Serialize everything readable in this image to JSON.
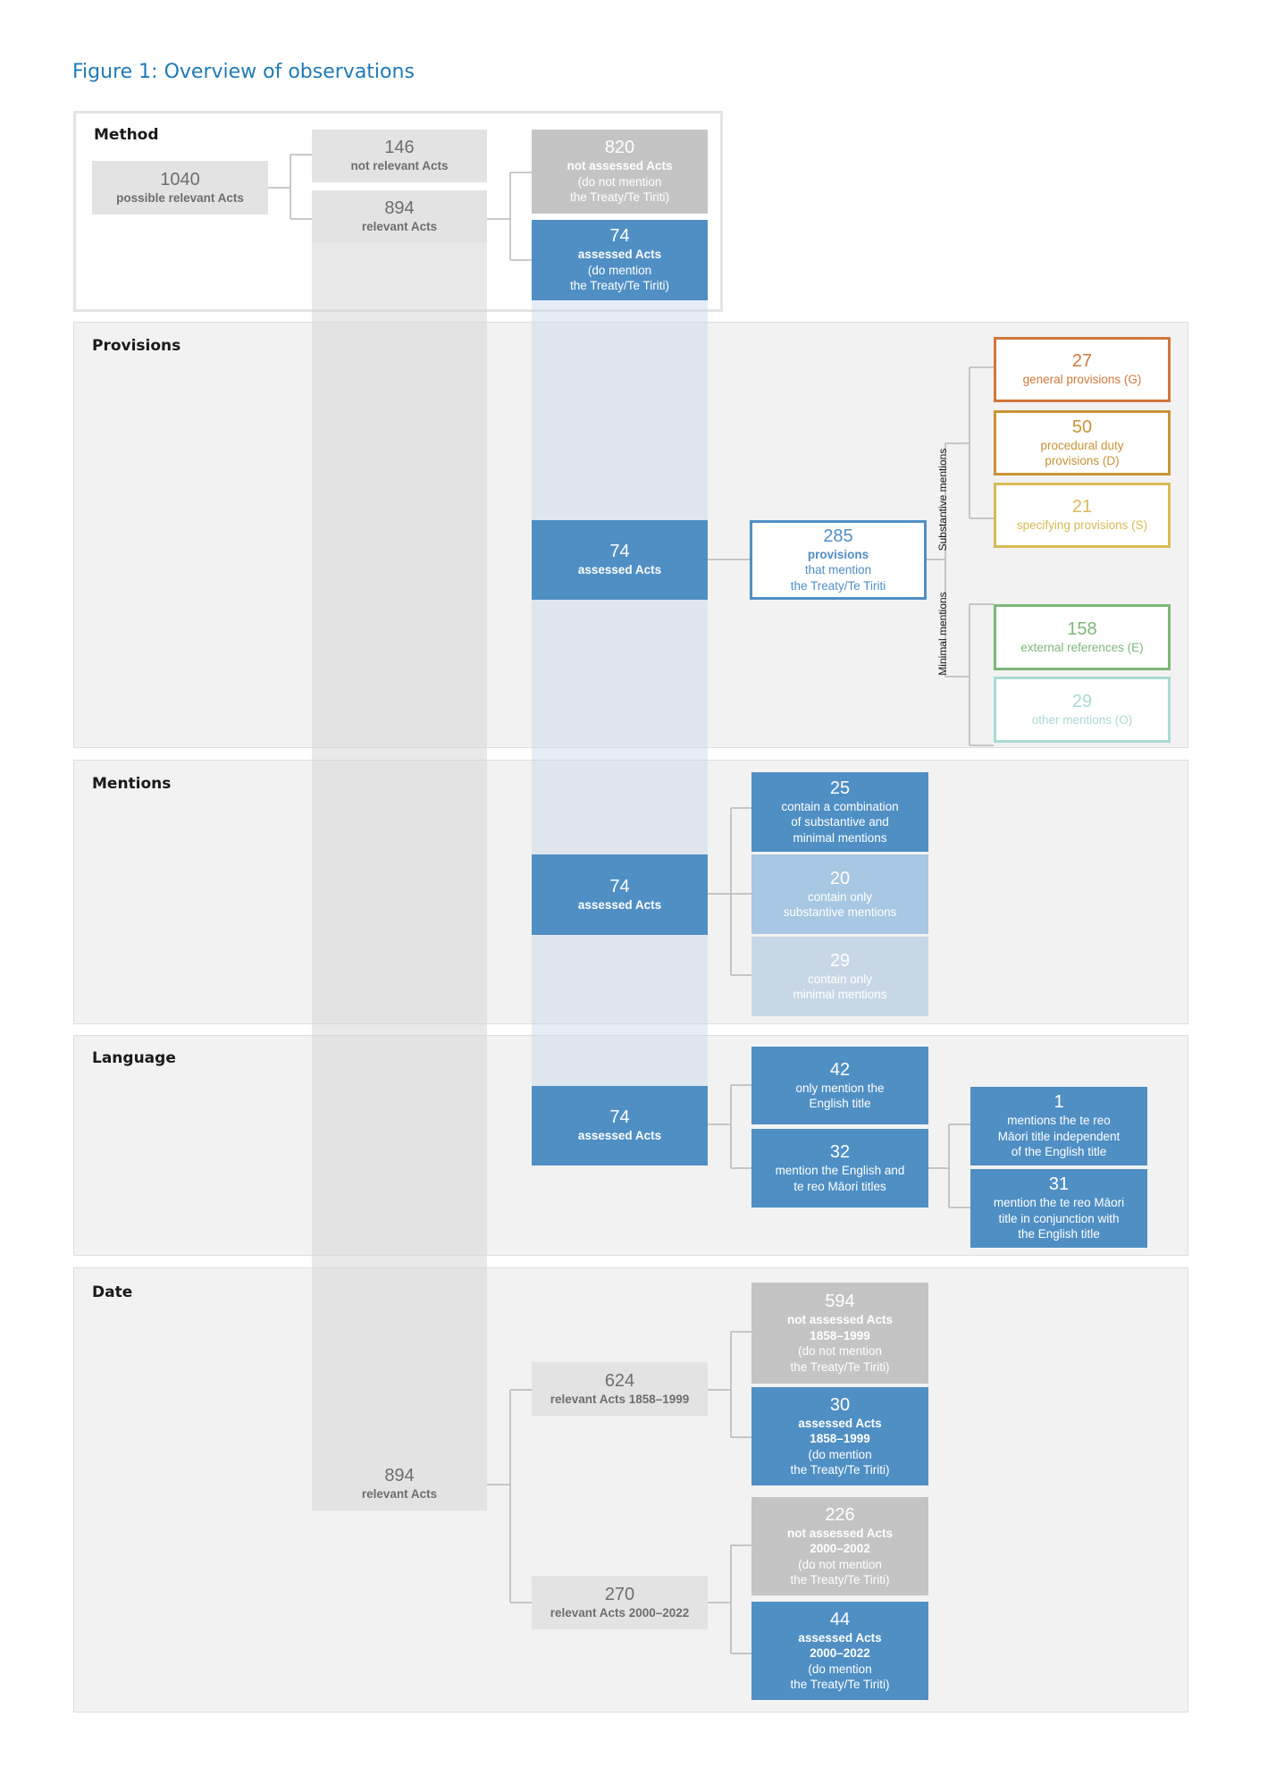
{
  "title": "Figure 1: Overview of observations",
  "panels": {
    "method": "Method",
    "provisions": "Provisions",
    "mentions": "Mentions",
    "language": "Language",
    "date": "Date"
  },
  "method": {
    "possible": {
      "num": "1040",
      "label": "possible relevant Acts"
    },
    "not_relevant": {
      "num": "146",
      "label": "not relevant Acts"
    },
    "relevant": {
      "num": "894",
      "label": "relevant Acts"
    },
    "not_assessed": {
      "num": "820",
      "label_bold": "not assessed Acts",
      "label": "(do not mention\nthe Treaty/Te Tiriti)"
    },
    "assessed": {
      "num": "74",
      "label_bold": "assessed Acts",
      "label": "(do mention\nthe Treaty/Te Tiriti)"
    }
  },
  "provisions": {
    "assessed": {
      "num": "74",
      "label": "assessed Acts"
    },
    "total": {
      "num": "285",
      "label_bold": "provisions",
      "label": "that mention\nthe Treaty/Te Tiriti"
    },
    "substantive_caption": "Substantive mentions",
    "minimal_caption": "Minimal mentions",
    "general": {
      "num": "27",
      "label": "general provisions (G)",
      "color": "#d0773b"
    },
    "procedural": {
      "num": "50",
      "label": "procedural duty\nprovisions (D)",
      "color": "#c99436"
    },
    "specifying": {
      "num": "21",
      "label": "specifying provisions (S)",
      "color": "#d9bb55"
    },
    "external": {
      "num": "158",
      "label": "external references (E)",
      "color": "#7cb877"
    },
    "other": {
      "num": "29",
      "label": "other mentions (O)",
      "color": "#a8dbd5"
    }
  },
  "mentions": {
    "assessed": {
      "num": "74",
      "label": "assessed Acts"
    },
    "combination": {
      "num": "25",
      "label": "contain a combination\nof substantive and\nminimal mentions"
    },
    "substantive": {
      "num": "20",
      "label": "contain only\nsubstantive mentions"
    },
    "minimal": {
      "num": "29",
      "label": "contain only\nminimal mentions"
    }
  },
  "language": {
    "assessed": {
      "num": "74",
      "label": "assessed Acts"
    },
    "english_only": {
      "num": "42",
      "label": "only mention the\nEnglish title"
    },
    "both": {
      "num": "32",
      "label": "mention the English and\nte reo Māori titles"
    },
    "independent": {
      "num": "1",
      "label": "mentions the te reo\nMāori title independent\nof the English title"
    },
    "conjunction": {
      "num": "31",
      "label": "mention the te reo Māori\ntitle in conjunction with\nthe English title"
    }
  },
  "date": {
    "relevant": {
      "num": "894",
      "label": "relevant Acts"
    },
    "early": {
      "num": "624",
      "label": "relevant Acts 1858–1999"
    },
    "late": {
      "num": "270",
      "label": "relevant Acts 2000–2022"
    },
    "early_not_assessed": {
      "num": "594",
      "label_bold": "not assessed Acts\n1858–1999",
      "label": "(do not mention\nthe Treaty/Te Tiriti)"
    },
    "early_assessed": {
      "num": "30",
      "label_bold": "assessed Acts\n1858–1999",
      "label": "(do mention\nthe Treaty/Te Tiriti)"
    },
    "late_not_assessed": {
      "num": "226",
      "label_bold": "not assessed Acts\n2000–2002",
      "label": "(do not mention\nthe Treaty/Te Tiriti)"
    },
    "late_assessed": {
      "num": "44",
      "label_bold": "assessed Acts\n2000–2022",
      "label": "(do mention\nthe Treaty/Te Tiriti)"
    }
  },
  "colors": {
    "blue": "#4f8fc4",
    "blue_mid": "#a8c7e2",
    "blue_pale": "#c8d7e6",
    "grey_light": "#e3e3e3",
    "grey_dark": "#c4c4c4",
    "title": "#1f7ab8"
  }
}
